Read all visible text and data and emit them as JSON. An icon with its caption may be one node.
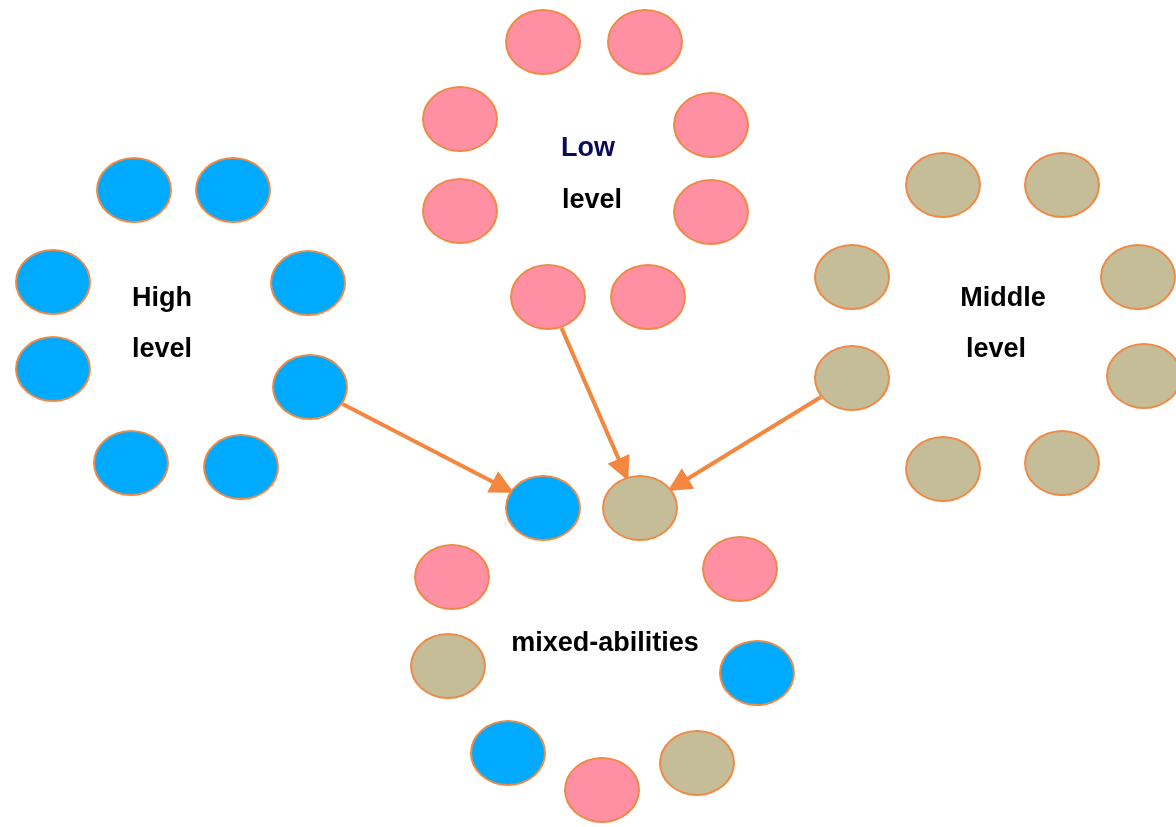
{
  "diagram": {
    "nodes": [
      {
        "text": [],
        "shape": "circle"
      },
      {
        "text": [],
        "shape": "circle"
      },
      {
        "text": [],
        "shape": "circle"
      },
      {
        "text": [],
        "shape": "circle"
      },
      {
        "text": [],
        "shape": "circle"
      },
      {
        "text": [],
        "shape": "circle"
      },
      {
        "text": [],
        "shape": "circle"
      },
      {
        "text": [],
        "shape": "circle"
      },
      {
        "text": [],
        "shape": "circle"
      },
      {
        "text": [],
        "shape": "circle"
      },
      {
        "text": [],
        "shape": "circle"
      },
      {
        "text": [],
        "shape": "circle"
      },
      {
        "text": [],
        "shape": "circle"
      },
      {
        "text": [],
        "shape": "circle"
      },
      {
        "text": [],
        "shape": "circle"
      },
      {
        "text": [],
        "shape": "circle"
      },
      {
        "text": [],
        "shape": "circle"
      },
      {
        "text": [],
        "shape": "circle"
      },
      {
        "text": [],
        "shape": "circle"
      },
      {
        "text": [],
        "shape": "circle"
      },
      {
        "text": [],
        "shape": "circle"
      },
      {
        "text": [],
        "shape": "circle"
      },
      {
        "text": [],
        "shape": "circle"
      },
      {
        "text": [],
        "shape": "circle"
      },
      {
        "text": [],
        "shape": "circle"
      },
      {
        "text": [],
        "shape": "circle"
      },
      {
        "text": [],
        "shape": "circle"
      },
      {
        "text": [],
        "shape": "circle"
      },
      {
        "text": [],
        "shape": "circle"
      },
      {
        "text": [],
        "shape": "circle"
      },
      {
        "text": [],
        "shape": "circle"
      },
      {
        "text": [],
        "shape": "circle"
      },
      {
        "text": [],
        "shape": "circle"
      }
    ],
    "edges": [
      {
        "from": 5,
        "to": 24,
        "arrow": "to"
      },
      {
        "from": 14,
        "to": 25,
        "arrow": "to"
      },
      {
        "from": 20,
        "to": 25,
        "arrow": "to"
      }
    ],
    "labels": [
      "Low",
      "level",
      "High",
      "level",
      "Middle",
      "level",
      "mixed-abilities"
    ]
  }
}
